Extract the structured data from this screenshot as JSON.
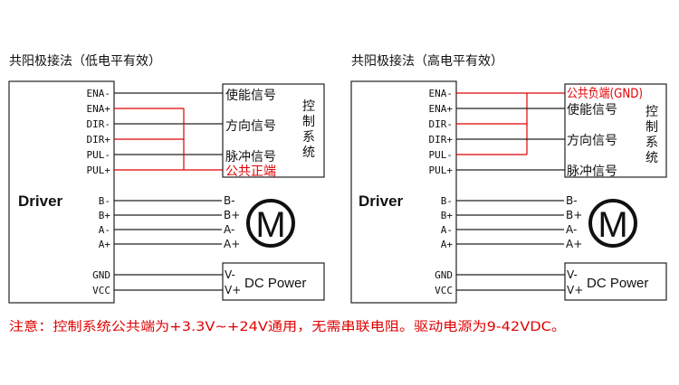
{
  "left": {
    "title": "共阳极接法（低电平有效）",
    "driver_label": "Driver",
    "pins": [
      "ENA-",
      "ENA+",
      "DIR-",
      "DIR+",
      "PUL-",
      "PUL+"
    ],
    "signals": [
      "使能信号",
      "方向信号",
      "脉冲信号",
      "公共正端"
    ],
    "control_system_label": [
      "控",
      "制",
      "系",
      "统"
    ],
    "motor_pins_driver": [
      "B-",
      "B+",
      "A-",
      "A+"
    ],
    "motor_pins_motor": [
      "B-",
      "B+",
      "A-",
      "A+"
    ],
    "motor_label": "M",
    "power_pins": [
      "GND",
      "VCC"
    ],
    "power_terminals": [
      "V-",
      "V+"
    ],
    "power_label": "DC Power"
  },
  "right": {
    "title": "共阳极接法（高电平有效）",
    "driver_label": "Driver",
    "pins": [
      "ENA-",
      "ENA+",
      "DIR-",
      "DIR+",
      "PUL-",
      "PUL+"
    ],
    "signals": [
      "公共负端(GND)",
      "使能信号",
      "方向信号",
      "脉冲信号"
    ],
    "control_system_label": [
      "控",
      "制",
      "系",
      "统"
    ],
    "motor_pins_driver": [
      "B-",
      "B+",
      "A-",
      "A+"
    ],
    "motor_pins_motor": [
      "B-",
      "B+",
      "A-",
      "A+"
    ],
    "motor_label": "M",
    "power_pins": [
      "GND",
      "VCC"
    ],
    "power_terminals": [
      "V-",
      "V+"
    ],
    "power_label": "DC Power"
  },
  "note": "注意：控制系统公共端为+3.3V~+24V通用，无需串联电阻。驱动电源为9-42VDC。",
  "colors": {
    "line": "#222222",
    "highlight": "#e00000"
  }
}
